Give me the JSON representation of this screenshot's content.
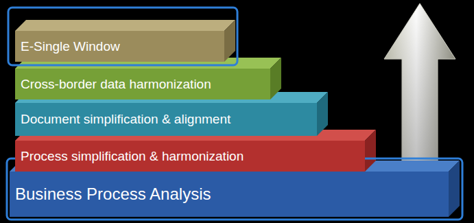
{
  "diagram": {
    "nodes": [
      {
        "text": [
          "E-Single Window"
        ]
      },
      {
        "text": [
          "Cross-border data harmonization"
        ]
      },
      {
        "text": [
          "Document simplification & alignment"
        ]
      },
      {
        "text": [
          "Process simplification & harmonization"
        ]
      },
      {
        "text": [
          "Business Process Analysis"
        ]
      }
    ]
  }
}
